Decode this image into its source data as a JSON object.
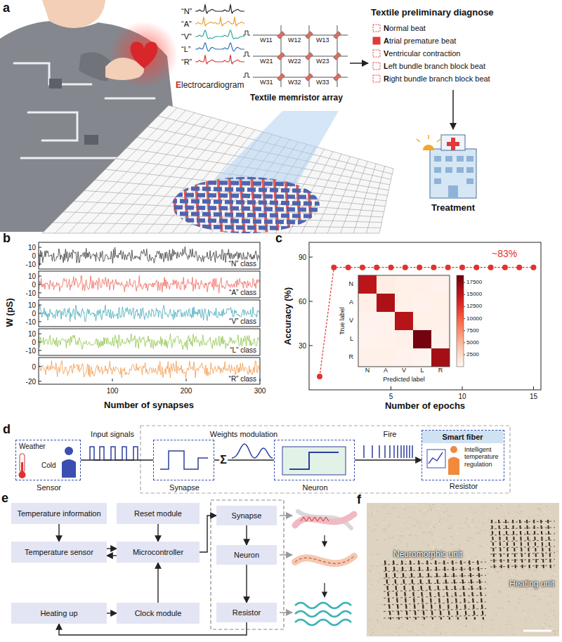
{
  "diagram": {
    "nodes": [
      {
        "text": [
          "Weather",
          "Cold",
          "Sensor"
        ]
      },
      {
        "text": [
          "Synapse"
        ]
      },
      {
        "text": [
          "Neuron"
        ]
      },
      {
        "text": [
          "Smart fiber",
          "Intelligent temperature regulation",
          "Resistor"
        ]
      },
      {
        "text": [
          "Temperature information"
        ]
      },
      {
        "text": [
          "Temperature sensor"
        ]
      },
      {
        "text": [
          "Heating up"
        ]
      },
      {
        "text": [
          "Reset module"
        ]
      },
      {
        "text": [
          "Microcontroller"
        ]
      },
      {
        "text": [
          "Clock module"
        ]
      },
      {
        "text": [
          "Synapse"
        ]
      },
      {
        "text": [
          "Neuron"
        ]
      },
      {
        "text": [
          "Resistor"
        ]
      }
    ],
    "edges": [
      {
        "from": 0,
        "to": 1,
        "arrow": "none",
        "label": "Input signals"
      },
      {
        "from": 1,
        "to": 2,
        "arrow": "none",
        "label": "Weights modulation"
      },
      {
        "from": 2,
        "to": 3,
        "arrow": "to",
        "label": "Fire"
      },
      {
        "from": 4,
        "to": 5,
        "arrow": "to"
      },
      {
        "from": 5,
        "to": 8,
        "arrow": "to"
      },
      {
        "from": 8,
        "to": 5,
        "arrow": "to"
      },
      {
        "from": 7,
        "to": 8,
        "arrow": "to"
      },
      {
        "from": 9,
        "to": 8,
        "arrow": "to"
      },
      {
        "from": 6,
        "to": 9,
        "arrow": "to"
      },
      {
        "from": 8,
        "to": 10,
        "arrow": "to"
      },
      {
        "from": 10,
        "to": 11,
        "arrow": "to"
      },
      {
        "from": 11,
        "to": 12,
        "arrow": "to"
      },
      {
        "from": 12,
        "to": 6,
        "arrow": "to"
      }
    ],
    "labels": [
      "a",
      "“N”",
      "“A”",
      "“V”",
      "“L”",
      "“R”",
      "Electrocardiogram",
      "Textile memristor array",
      "W11",
      "W12",
      "W13",
      "W21",
      "W22",
      "W23",
      "W31",
      "W32",
      "W33",
      "Textile preliminary diagnose",
      "Normal beat",
      "Atrial premature beat",
      "Ventricular contraction",
      "Left bundle branch block beat",
      "Right bundle branch block beat",
      "Treatment",
      "b",
      "W (pS)",
      "10",
      "0",
      "-10",
      "10",
      "0",
      "-10",
      "10",
      "0",
      "-10",
      "10",
      "0",
      "-10",
      "0",
      "-20",
      "“N” class",
      "“A” class",
      "“V” class",
      "“L” class",
      "“R” class",
      "100",
      "200",
      "300",
      "Number of synapses",
      "c",
      "Accuracy (%)",
      "90",
      "60",
      "30",
      "5",
      "10",
      "15",
      "Number of epochs",
      "~83%",
      "N",
      "A",
      "V",
      "L",
      "R",
      "N",
      "A",
      "V",
      "L",
      "R",
      "True label",
      "Predicted label",
      "17500",
      "15000",
      "12500",
      "10000",
      "7500",
      "5000",
      "2500",
      "d",
      "Σ",
      "e",
      "f",
      "Neuromorphic unit",
      "Heating unit"
    ]
  }
}
